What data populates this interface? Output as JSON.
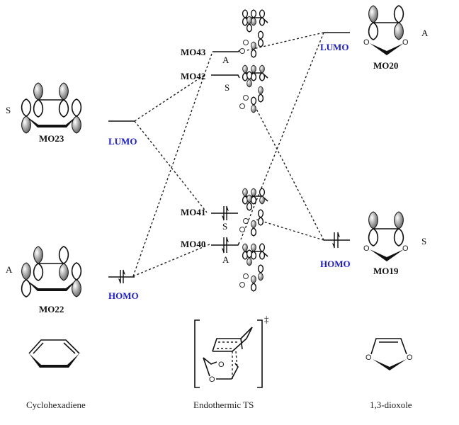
{
  "diagram": {
    "title": "Frontier molecular orbital correlation diagram",
    "left_molecule": {
      "name": "Cyclohexadiene",
      "orbitals": [
        {
          "id": "MO23",
          "label": "MO23",
          "role": "LUMO",
          "symmetry": "S"
        },
        {
          "id": "MO22",
          "label": "MO22",
          "role": "HOMO",
          "symmetry": "A"
        }
      ]
    },
    "center": {
      "name": "Endothermic TS",
      "superscript": "‡",
      "orbitals": [
        {
          "id": "MO43",
          "label": "MO43",
          "symmetry": "A",
          "occupied": false
        },
        {
          "id": "MO42",
          "label": "MO42",
          "symmetry": "S",
          "occupied": false
        },
        {
          "id": "MO41",
          "label": "MO41",
          "symmetry": "S",
          "occupied": true
        },
        {
          "id": "MO40",
          "label": "MO40",
          "symmetry": "A",
          "occupied": true
        }
      ]
    },
    "right_molecule": {
      "name": "1,3-dioxole",
      "atom_label": "O",
      "orbitals": [
        {
          "id": "MO20",
          "label": "MO20",
          "role": "LUMO",
          "symmetry": "A"
        },
        {
          "id": "MO19",
          "label": "MO19",
          "role": "HOMO",
          "symmetry": "S"
        }
      ]
    },
    "correlations": [
      {
        "from": "MO23",
        "to": "MO42"
      },
      {
        "from": "MO23",
        "to": "MO41"
      },
      {
        "from": "MO22",
        "to": "MO43"
      },
      {
        "from": "MO22",
        "to": "MO40"
      },
      {
        "from": "MO20",
        "to": "MO43"
      },
      {
        "from": "MO20",
        "to": "MO40"
      },
      {
        "from": "MO19",
        "to": "MO42"
      },
      {
        "from": "MO19",
        "to": "MO41"
      }
    ],
    "colors": {
      "frontier_label": "#1a1adb",
      "line": "#111111"
    }
  }
}
